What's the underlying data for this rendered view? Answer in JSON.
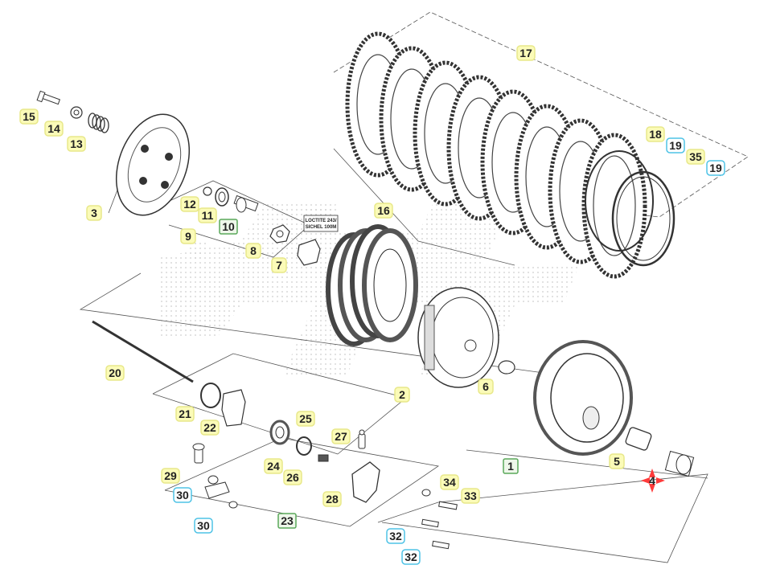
{
  "note_box": {
    "line1": "LOCTITE 243/",
    "line2": "SICHEL 100M"
  },
  "colors": {
    "yellow_fill": "#fbfbb8",
    "yellow_stroke": "#e8e88a",
    "blue_fill": "#ffffff",
    "blue_stroke": "#4fc3e6",
    "green_fill": "#eef7ea",
    "green_stroke": "#5aa85a",
    "selected": "#ff3b3b",
    "line": "#333333",
    "watermark": "#c9c9c9"
  },
  "callouts": [
    {
      "id": "1",
      "style": "green"
    },
    {
      "id": "2",
      "style": "yellow"
    },
    {
      "id": "3",
      "style": "yellow"
    },
    {
      "id": "4",
      "style": "selected"
    },
    {
      "id": "5",
      "style": "yellow"
    },
    {
      "id": "6",
      "style": "yellow"
    },
    {
      "id": "7",
      "style": "yellow"
    },
    {
      "id": "8",
      "style": "yellow"
    },
    {
      "id": "9",
      "style": "yellow"
    },
    {
      "id": "10",
      "style": "green"
    },
    {
      "id": "11",
      "style": "yellow"
    },
    {
      "id": "12",
      "style": "yellow"
    },
    {
      "id": "13",
      "style": "yellow"
    },
    {
      "id": "14",
      "style": "yellow"
    },
    {
      "id": "15",
      "style": "yellow"
    },
    {
      "id": "16",
      "style": "yellow"
    },
    {
      "id": "17",
      "style": "yellow"
    },
    {
      "id": "18",
      "style": "yellow"
    },
    {
      "id": "19",
      "style": "blue"
    },
    {
      "id": "35",
      "style": "yellow"
    },
    {
      "id": "19",
      "style": "blue"
    },
    {
      "id": "20",
      "style": "yellow"
    },
    {
      "id": "21",
      "style": "yellow"
    },
    {
      "id": "22",
      "style": "yellow"
    },
    {
      "id": "23",
      "style": "green"
    },
    {
      "id": "24",
      "style": "yellow"
    },
    {
      "id": "25",
      "style": "yellow"
    },
    {
      "id": "26",
      "style": "yellow"
    },
    {
      "id": "27",
      "style": "yellow"
    },
    {
      "id": "28",
      "style": "yellow"
    },
    {
      "id": "29",
      "style": "yellow"
    },
    {
      "id": "30",
      "style": "blue"
    },
    {
      "id": "30",
      "style": "blue"
    },
    {
      "id": "32",
      "style": "blue"
    },
    {
      "id": "32",
      "style": "blue"
    },
    {
      "id": "33",
      "style": "yellow"
    },
    {
      "id": "34",
      "style": "yellow"
    }
  ]
}
